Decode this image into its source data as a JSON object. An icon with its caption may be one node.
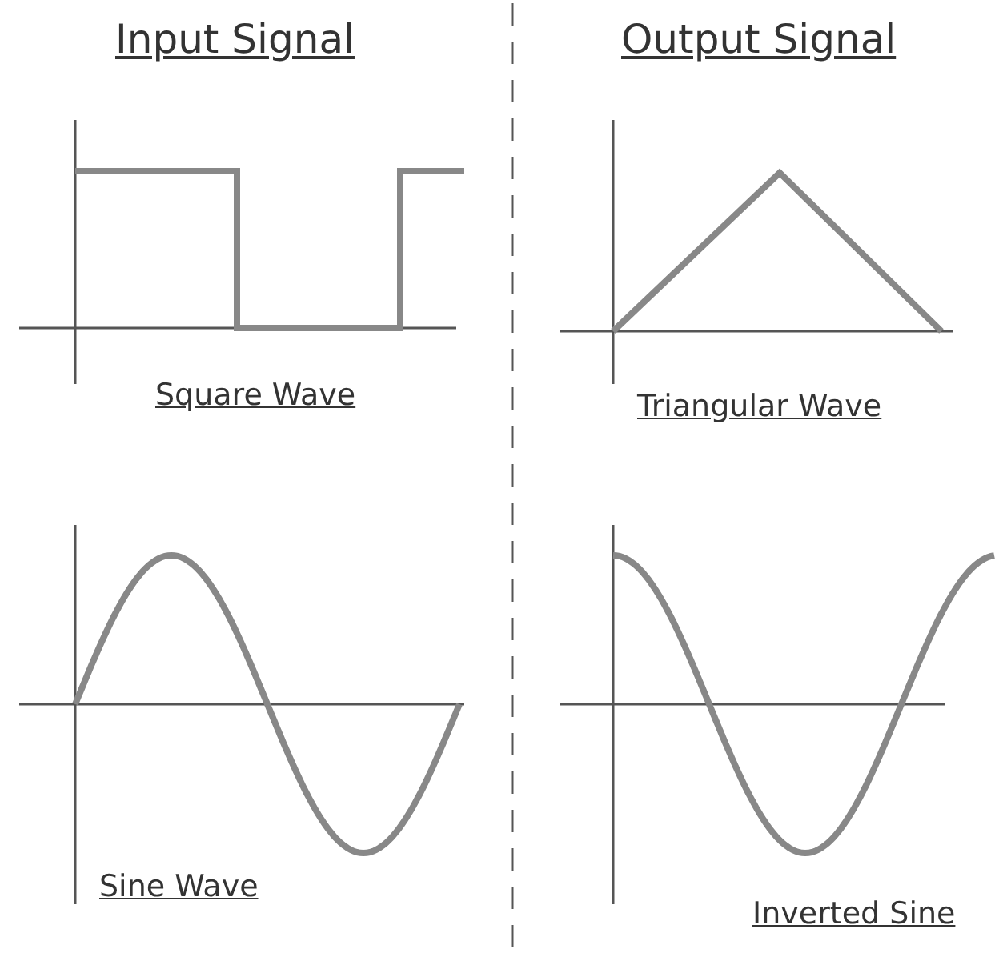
{
  "diagram": {
    "labels": [
      "Input Signal",
      "Output Signal",
      "Square Wave",
      "Triangular Wave",
      "Sine Wave",
      "Inverted Sine"
    ]
  }
}
